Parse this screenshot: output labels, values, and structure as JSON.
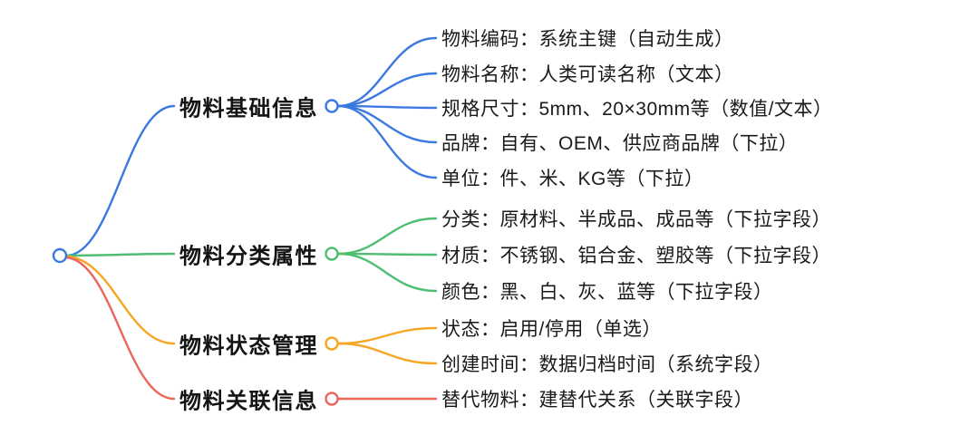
{
  "root": {
    "color": "#3b79e1"
  },
  "branches": [
    {
      "label": "物料基础信息",
      "color": "#3b79e1",
      "children": [
        "物料编码：系统主键（自动生成）",
        "物料名称：人类可读名称（文本）",
        "规格尺寸：5mm、20×30mm等（数值/文本）",
        "品牌：自有、OEM、供应商品牌（下拉）",
        "单位：件、米、KG等（下拉）"
      ]
    },
    {
      "label": "物料分类属性",
      "color": "#4fbe73",
      "children": [
        "分类：原材料、半成品、成品等（下拉字段）",
        "材质：不锈钢、铝合金、塑胶等（下拉字段）",
        "颜色：黑、白、灰、蓝等（下拉字段）"
      ]
    },
    {
      "label": "物料状态管理",
      "color": "#f6a623",
      "children": [
        "状态：启用/停用（单选）",
        "创建时间：数据归档时间（系统字段）"
      ]
    },
    {
      "label": "物料关联信息",
      "color": "#ec665c",
      "children": [
        "替代物料：建替代关系（关联字段）"
      ]
    }
  ]
}
